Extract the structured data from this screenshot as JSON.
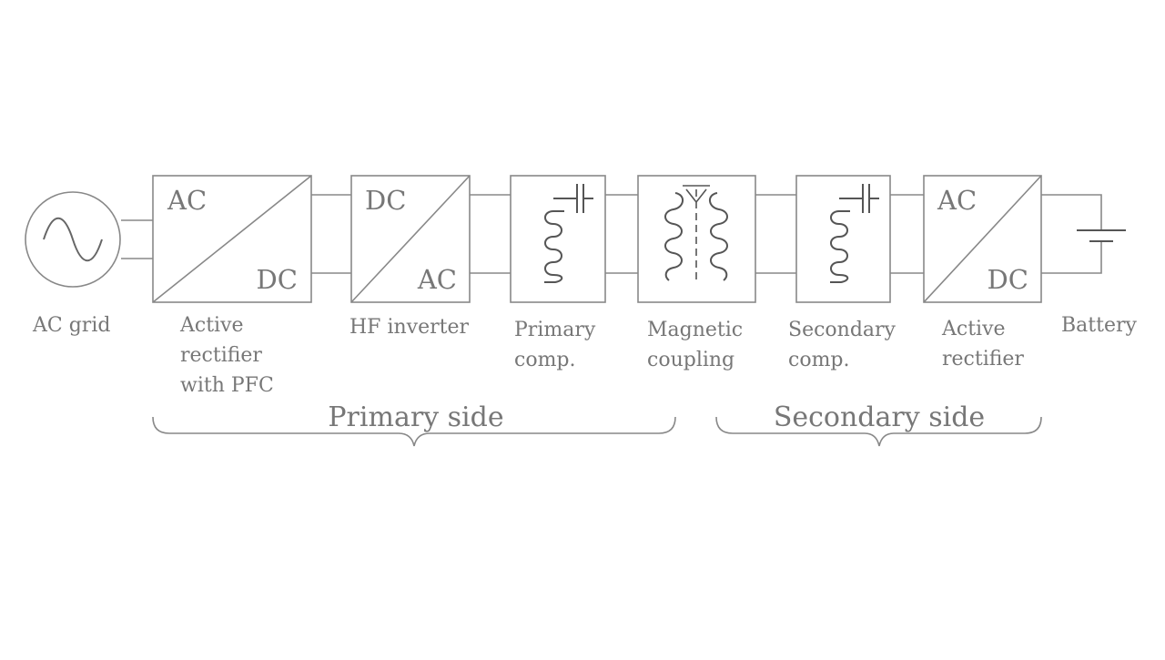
{
  "blocks": {
    "ac_source": {
      "caption": "AC grid"
    },
    "pfc_rectifier": {
      "top": "AC",
      "bottom": "DC",
      "caption": [
        "Active",
        "rectifier",
        "with PFC"
      ]
    },
    "hf_inverter": {
      "top": "DC",
      "bottom": "AC",
      "caption": [
        "HF inverter"
      ]
    },
    "primary_comp": {
      "caption": [
        "Primary",
        "comp."
      ]
    },
    "magnetic_coupling": {
      "caption": [
        "Magnetic",
        "coupling"
      ]
    },
    "secondary_comp": {
      "caption": [
        "Secondary",
        "comp."
      ]
    },
    "active_rectifier": {
      "top": "AC",
      "bottom": "DC",
      "caption": [
        "Active",
        "rectifier"
      ]
    },
    "battery": {
      "caption": "Battery"
    }
  },
  "groups": {
    "primary": "Primary side",
    "secondary": "Secondary side"
  }
}
